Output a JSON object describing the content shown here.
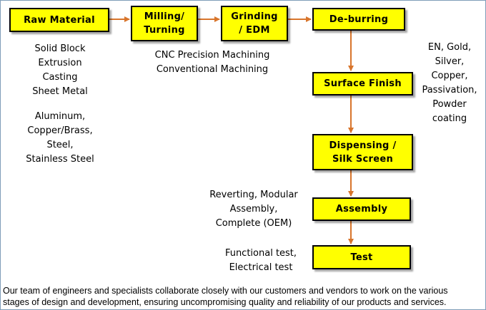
{
  "process": {
    "raw_material": "Raw Material",
    "milling": "Milling/\nTurning",
    "grinding": "Grinding\n/ EDM",
    "deburring": "De-burring",
    "surface_finish": "Surface Finish",
    "dispensing": "Dispensing /\nSilk Screen",
    "assembly": "Assembly",
    "test": "Test"
  },
  "notes": {
    "raw_forms": "Solid Block\nExtrusion\nCasting\nSheet Metal",
    "raw_metals": "Aluminum,\nCopper/Brass,\nSteel,\nStainless Steel",
    "machining": "CNC Precision Machining\nConventional Machining",
    "finishes": "EN, Gold,\nSilver,\nCopper,\nPassivation,\nPowder\ncoating",
    "assembly_types": "Reverting, Modular\nAssembly,\nComplete (OEM)",
    "tests": "Functional test,\nElectrical test"
  },
  "footer": "Our team of engineers and specialists collaborate closely with our customers and vendors to work on the various\nstages of design and development, ensuring uncompromising quality and reliability of our products and services.",
  "colors": {
    "box_fill": "#ffff00",
    "arrow": "#d8752c",
    "border": "#000000"
  }
}
